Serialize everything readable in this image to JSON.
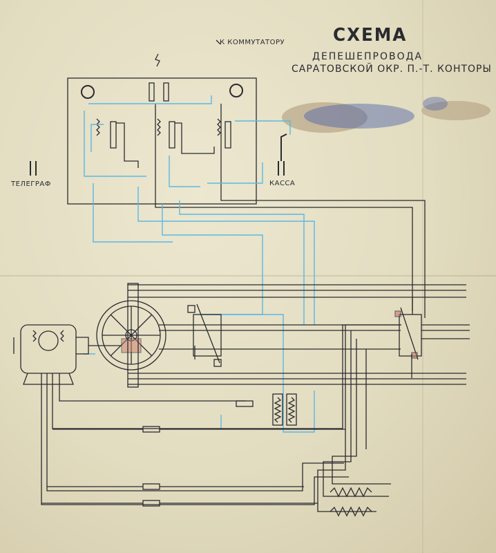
{
  "diagram": {
    "title": "СХЕМА",
    "subtitle_line1": "ДЕПЕШЕПРОВОДА",
    "subtitle_line2": "САРАТОВСКОЙ ОКР. П.-Т. КОНТОРЫ",
    "labels": {
      "telegraph": "ТЕЛЕГРАФ",
      "cashier": "КАССА",
      "commutator": "К КОММУТАТОРУ"
    },
    "colors": {
      "paper": "#e6e0c6",
      "ink": "#2a2a30",
      "blue_wire": "#5bb8e6",
      "stamp": "#4a5fa8",
      "stain": "#8a6a48"
    }
  }
}
